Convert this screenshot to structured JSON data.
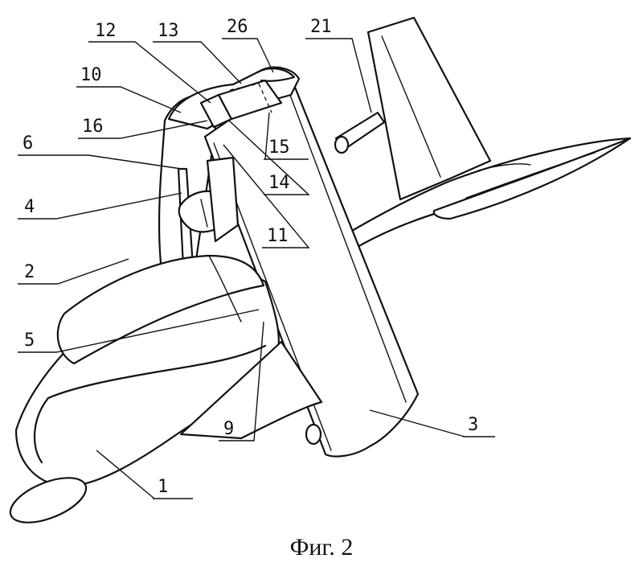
{
  "figure": {
    "caption": "Фиг. 2",
    "labels": {
      "l1": "1",
      "l2": "2",
      "l3": "3",
      "l4": "4",
      "l5": "5",
      "l6": "6",
      "l9": "9",
      "l10": "10",
      "l11": "11",
      "l12": "12",
      "l13": "13",
      "l14": "14",
      "l15": "15",
      "l16": "16",
      "l21": "21",
      "l26": "26"
    }
  }
}
